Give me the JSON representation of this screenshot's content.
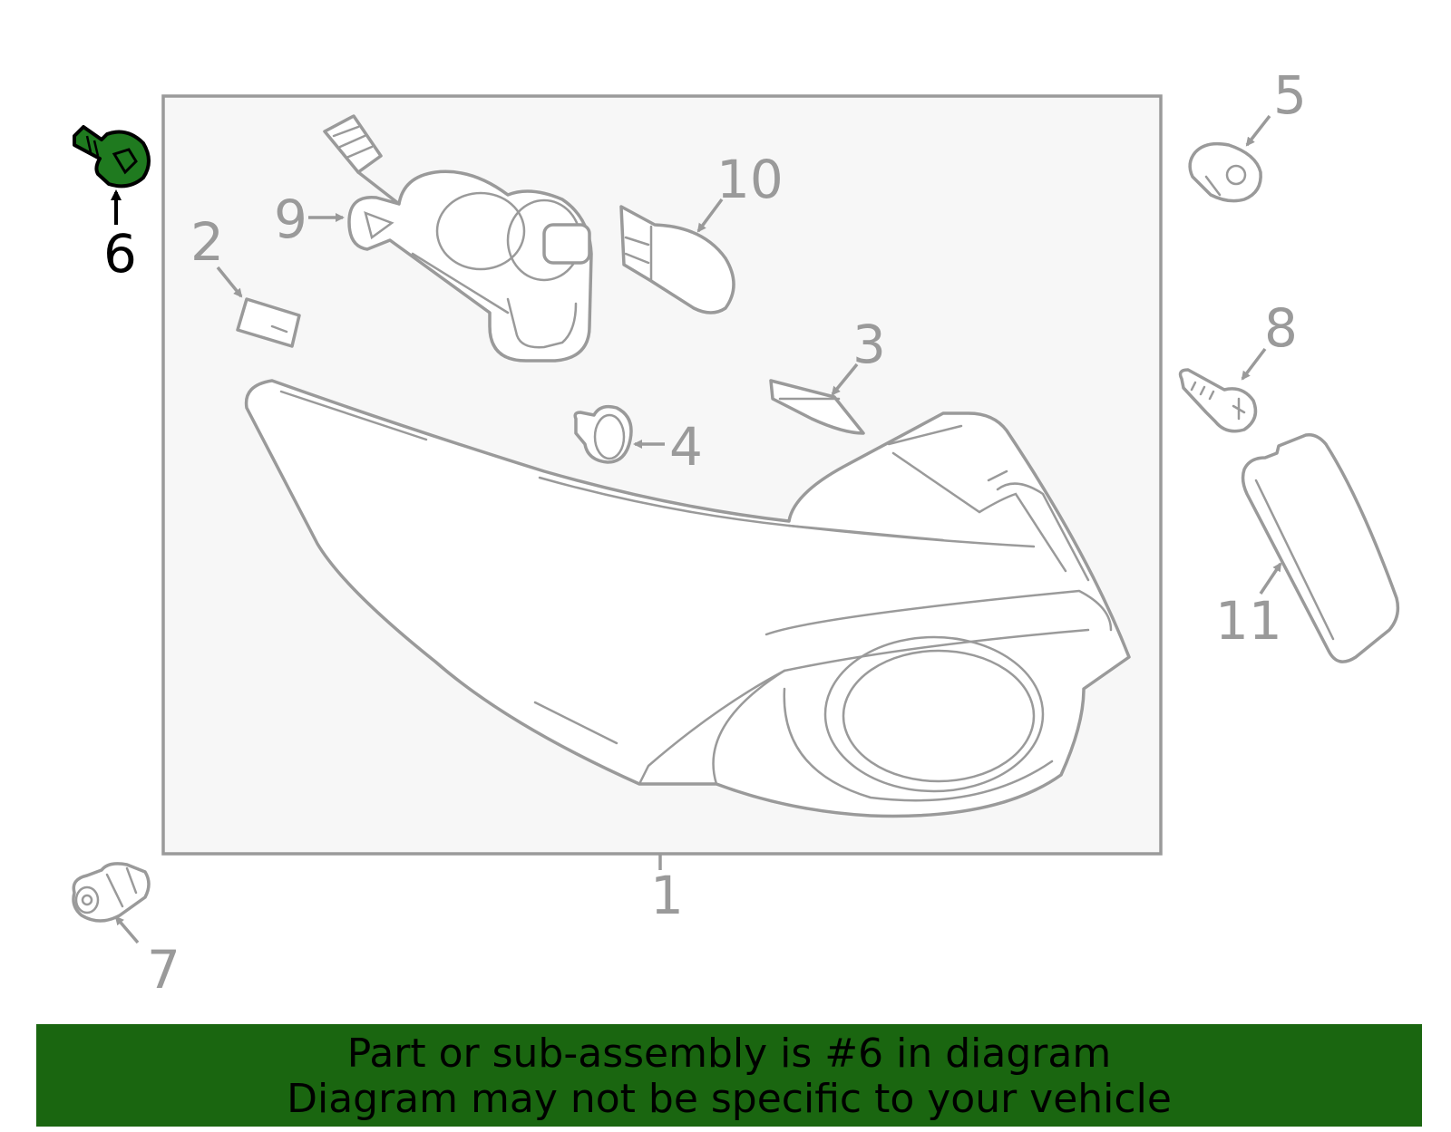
{
  "diagram": {
    "highlighted_part": "6",
    "callouts": [
      "1",
      "2",
      "3",
      "4",
      "5",
      "6",
      "7",
      "8",
      "9",
      "10",
      "11"
    ],
    "colors": {
      "highlight_fill": "#1f7a1f",
      "line_gray": "#9a9a9a",
      "box_background": "#f7f7f7",
      "banner_background": "#1a6610"
    }
  },
  "banner": {
    "line1": "Part or sub-assembly is #6 in diagram",
    "line2": "Diagram may not be specific to your vehicle"
  }
}
